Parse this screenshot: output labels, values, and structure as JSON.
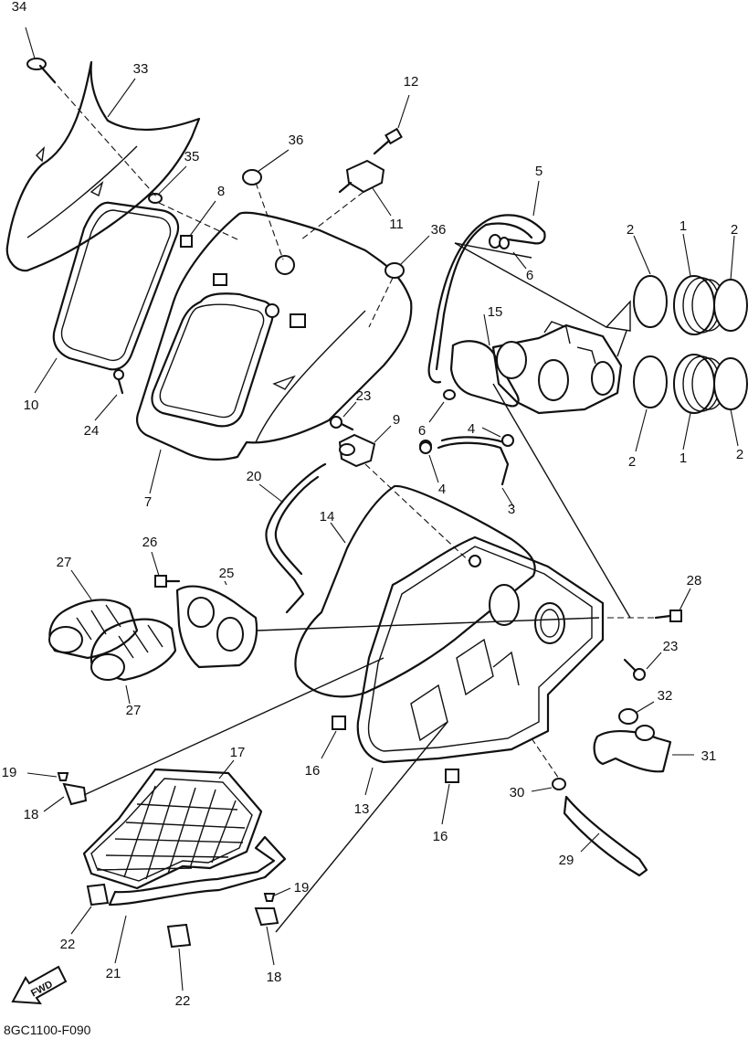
{
  "diagram_code": "8GC1100-F090",
  "direction_label": "FWD",
  "callouts": [
    {
      "id": "c34",
      "text": "34"
    },
    {
      "id": "c33",
      "text": "33"
    },
    {
      "id": "c35",
      "text": "35"
    },
    {
      "id": "c8",
      "text": "8"
    },
    {
      "id": "c36a",
      "text": "36"
    },
    {
      "id": "c12",
      "text": "12"
    },
    {
      "id": "c11",
      "text": "11"
    },
    {
      "id": "c36b",
      "text": "36"
    },
    {
      "id": "c5",
      "text": "5"
    },
    {
      "id": "c6a",
      "text": "6"
    },
    {
      "id": "c2a",
      "text": "2"
    },
    {
      "id": "c1a",
      "text": "1"
    },
    {
      "id": "c2b",
      "text": "2"
    },
    {
      "id": "c15",
      "text": "15"
    },
    {
      "id": "c10",
      "text": "10"
    },
    {
      "id": "c24",
      "text": "24"
    },
    {
      "id": "c23a",
      "text": "23"
    },
    {
      "id": "c9",
      "text": "9"
    },
    {
      "id": "c6b",
      "text": "6"
    },
    {
      "id": "c4a",
      "text": "4"
    },
    {
      "id": "c2c",
      "text": "2"
    },
    {
      "id": "c1b",
      "text": "1"
    },
    {
      "id": "c2d",
      "text": "2"
    },
    {
      "id": "c4b",
      "text": "4"
    },
    {
      "id": "c7",
      "text": "7"
    },
    {
      "id": "c20",
      "text": "20"
    },
    {
      "id": "c3",
      "text": "3"
    },
    {
      "id": "c14",
      "text": "14"
    },
    {
      "id": "c26",
      "text": "26"
    },
    {
      "id": "c27a",
      "text": "27"
    },
    {
      "id": "c25",
      "text": "25"
    },
    {
      "id": "c28",
      "text": "28"
    },
    {
      "id": "c23b",
      "text": "23"
    },
    {
      "id": "c27b",
      "text": "27"
    },
    {
      "id": "c32",
      "text": "32"
    },
    {
      "id": "c17",
      "text": "17"
    },
    {
      "id": "c31",
      "text": "31"
    },
    {
      "id": "c19a",
      "text": "19"
    },
    {
      "id": "c16a",
      "text": "16"
    },
    {
      "id": "c18a",
      "text": "18"
    },
    {
      "id": "c13",
      "text": "13"
    },
    {
      "id": "c30",
      "text": "30"
    },
    {
      "id": "c16b",
      "text": "16"
    },
    {
      "id": "c29",
      "text": "29"
    },
    {
      "id": "c19b",
      "text": "19"
    },
    {
      "id": "c22a",
      "text": "22"
    },
    {
      "id": "c21",
      "text": "21"
    },
    {
      "id": "c18b",
      "text": "18"
    },
    {
      "id": "c22b",
      "text": "22"
    }
  ]
}
